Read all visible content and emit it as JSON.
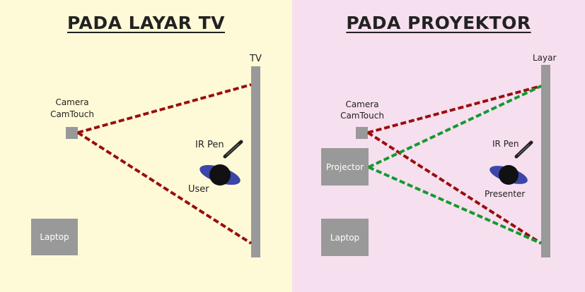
{
  "left_panel": {
    "title": "PADA LAYAR TV",
    "screen_label": "TV",
    "camera_label_line1": "Camera",
    "camera_label_line2": "CamTouch",
    "pen_label": "IR Pen",
    "user_label": "User",
    "laptop_label": "Laptop"
  },
  "right_panel": {
    "title": "PADA PROYEKTOR",
    "screen_label": "Layar",
    "camera_label_line1": "Camera",
    "camera_label_line2": "CamTouch",
    "pen_label": "IR Pen",
    "user_label": "Presenter",
    "projector_label": "Projector",
    "laptop_label": "Laptop"
  },
  "colors": {
    "left_background": "#fefad7",
    "right_background": "#f6dfee",
    "camera_line": "#9b0d0d",
    "projector_line": "#129a30",
    "device_gray": "#999999"
  }
}
